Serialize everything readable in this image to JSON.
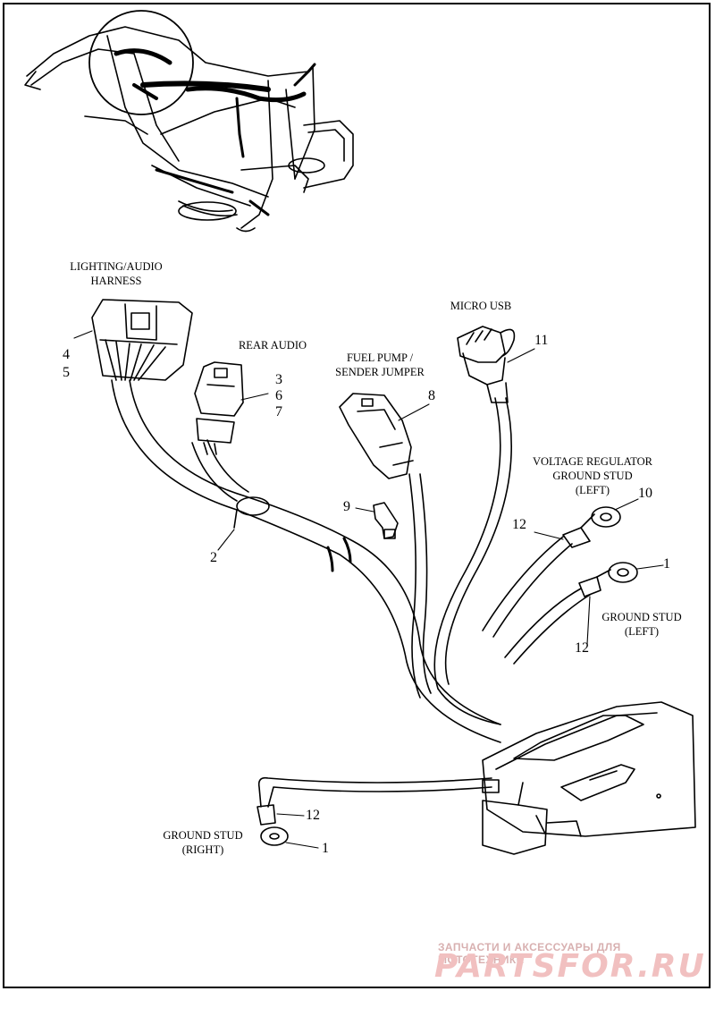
{
  "labels": {
    "lighting_audio_harness": "LIGHTING/AUDIO",
    "lighting_audio_harness_2": "HARNESS",
    "rear_audio": "REAR AUDIO",
    "fuel_pump_1": "FUEL PUMP /",
    "fuel_pump_2": "SENDER JUMPER",
    "micro_usb": "MICRO USB",
    "voltage_reg_1": "VOLTAGE REGULATOR",
    "voltage_reg_2": "GROUND STUD",
    "voltage_reg_3": "(LEFT)",
    "ground_left_1": "GROUND STUD",
    "ground_left_2": "(LEFT)",
    "ground_right_1": "GROUND STUD",
    "ground_right_2": "(RIGHT)"
  },
  "callouts": {
    "n4": "4",
    "n5": "5",
    "n3": "3",
    "n6": "6",
    "n7": "7",
    "n2": "2",
    "n8": "8",
    "n9": "9",
    "n11": "11",
    "n10": "10",
    "n12a": "12",
    "n1a": "1",
    "n12b": "12",
    "n12c": "12",
    "n1b": "1"
  },
  "watermark": {
    "top_text": "ЗАПЧАСТИ И АКСЕССУАРЫ ДЛЯ МОТОТЕХНИКИ",
    "logo_text": "PARTSFOR.RU"
  }
}
